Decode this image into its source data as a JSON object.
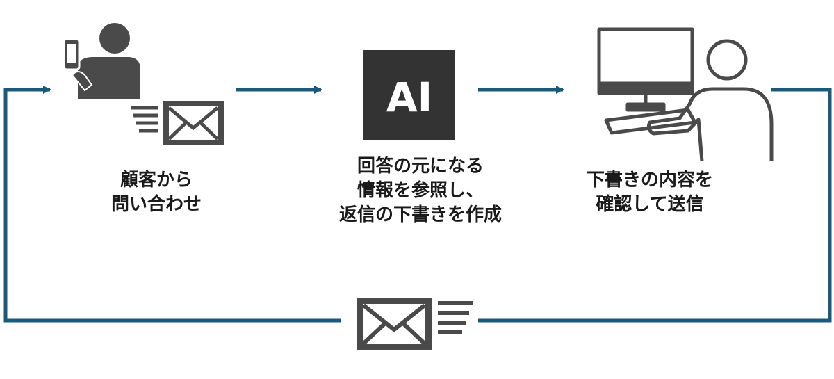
{
  "steps": [
    {
      "id": "customer",
      "icon": "customer-with-phone-icon",
      "lines": [
        "顧客から",
        "問い合わせ"
      ]
    },
    {
      "id": "ai",
      "icon": "ai-icon",
      "icon_text": "AI",
      "lines": [
        "回答の元になる",
        "情報を参照し、",
        "返信の下書きを作成"
      ]
    },
    {
      "id": "staff",
      "icon": "person-at-computer-icon",
      "lines": [
        "下書きの内容を",
        "確認して送信"
      ]
    }
  ],
  "colors": {
    "flow": "#195a7a",
    "icon": "#4a4a4a",
    "ai_box": "#333333",
    "text": "#1a1a1a"
  },
  "icons": {
    "inbound_mail": "envelope-with-speed-lines-icon",
    "outbound_mail": "envelope-with-speed-lines-icon"
  }
}
